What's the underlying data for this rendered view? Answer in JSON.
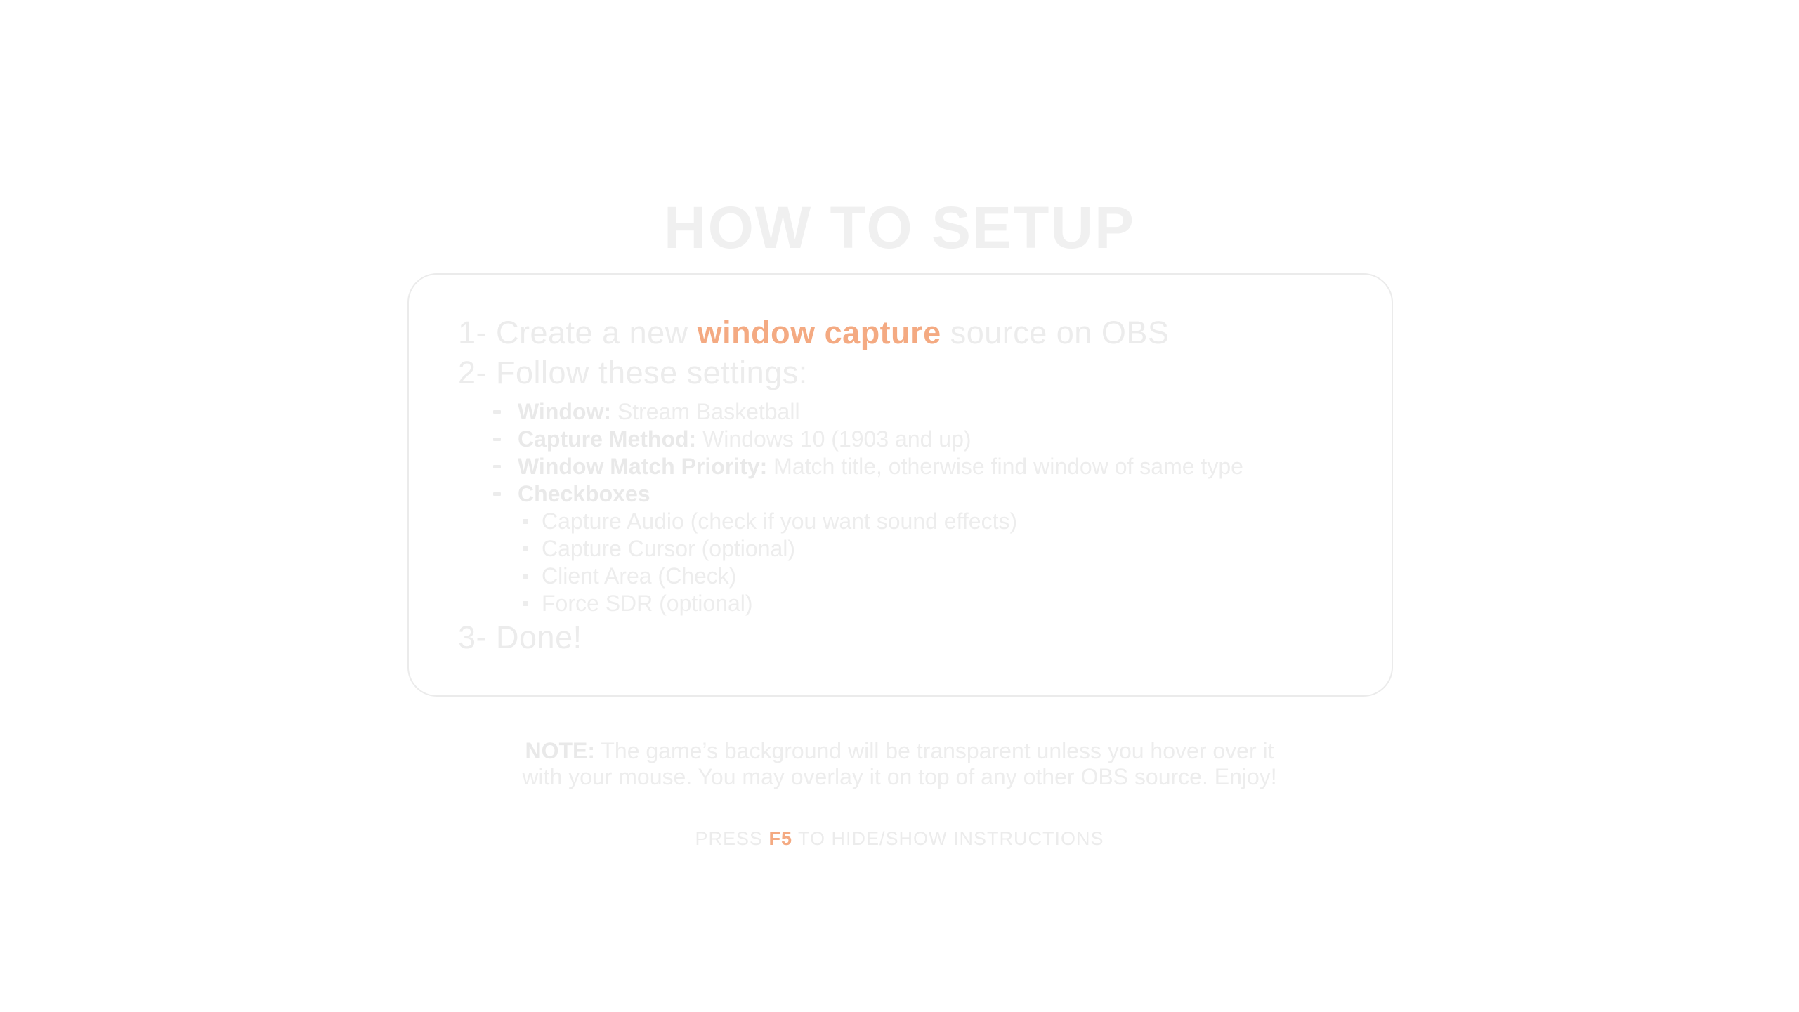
{
  "colors": {
    "accent": "#f4aa82",
    "text_light_gray": "#ededed",
    "bold_gray": "#e9e9e9",
    "box_border": "#ebebeb",
    "background": "#ffffff"
  },
  "title": "HOW TO SETUP",
  "instructions": {
    "step1": {
      "prefix": "1- Create a new ",
      "highlight": "window capture",
      "suffix": " source on OBS"
    },
    "step2": "2- Follow these settings:",
    "step3": "3- Done!",
    "settings": [
      {
        "label": "Window:",
        "value": " Stream Basketball"
      },
      {
        "label": "Capture Method:",
        "value": " Windows 10 (1903 and up)"
      },
      {
        "label": "Window Match Priority:",
        "value": " Match title, otherwise find window of same type"
      },
      {
        "label": "Checkboxes",
        "value": ""
      }
    ],
    "checkboxes": [
      {
        "text": "Capture Audio (check if you want sound effects)"
      },
      {
        "text": "Capture Cursor (optional)"
      },
      {
        "text": "Client Area (Check)"
      },
      {
        "text": "Force SDR (optional)"
      }
    ]
  },
  "note": {
    "label": "NOTE:",
    "line1": " The game’s background will be transparent unless you hover over it",
    "line2": "with your mouse. You may overlay it on top of any other OBS source. Enjoy!"
  },
  "footer": {
    "prefix": "PRESS ",
    "key": "F5",
    "suffix": " TO HIDE/SHOW INSTRUCTIONS"
  }
}
